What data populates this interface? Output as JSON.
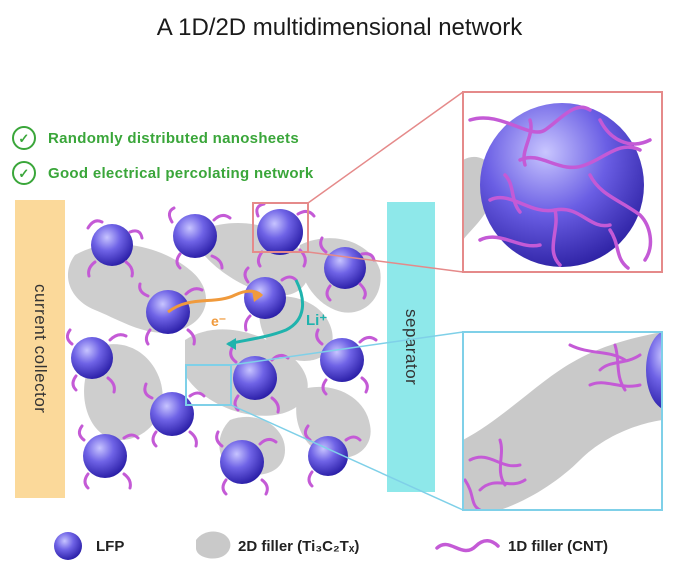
{
  "title": "A 1D/2D multidimensional network",
  "features": [
    {
      "icon": "check-circle-icon",
      "text": "Randomly distributed nanosheets"
    },
    {
      "icon": "check-circle-icon",
      "text": "Good electrical percolating network"
    }
  ],
  "current_collector_label": "current collector",
  "separator_label": "separator",
  "electron_label": "e⁻",
  "lithium_label": "Li⁺",
  "legend": {
    "lfp": "LFP",
    "filler_2d": "2D filler (Ti₃C₂Tₓ)",
    "filler_1d": "1D filler (CNT)"
  },
  "colors": {
    "check_green": "#3aa63a",
    "collector": "#fbd99a",
    "separator": "#8ee8ea",
    "cnt": "#c45ad6",
    "zoom_top_border": "#e58a8a",
    "zoom_bottom_border": "#7fd0e8",
    "filler_gray": "#c9c9c9"
  }
}
